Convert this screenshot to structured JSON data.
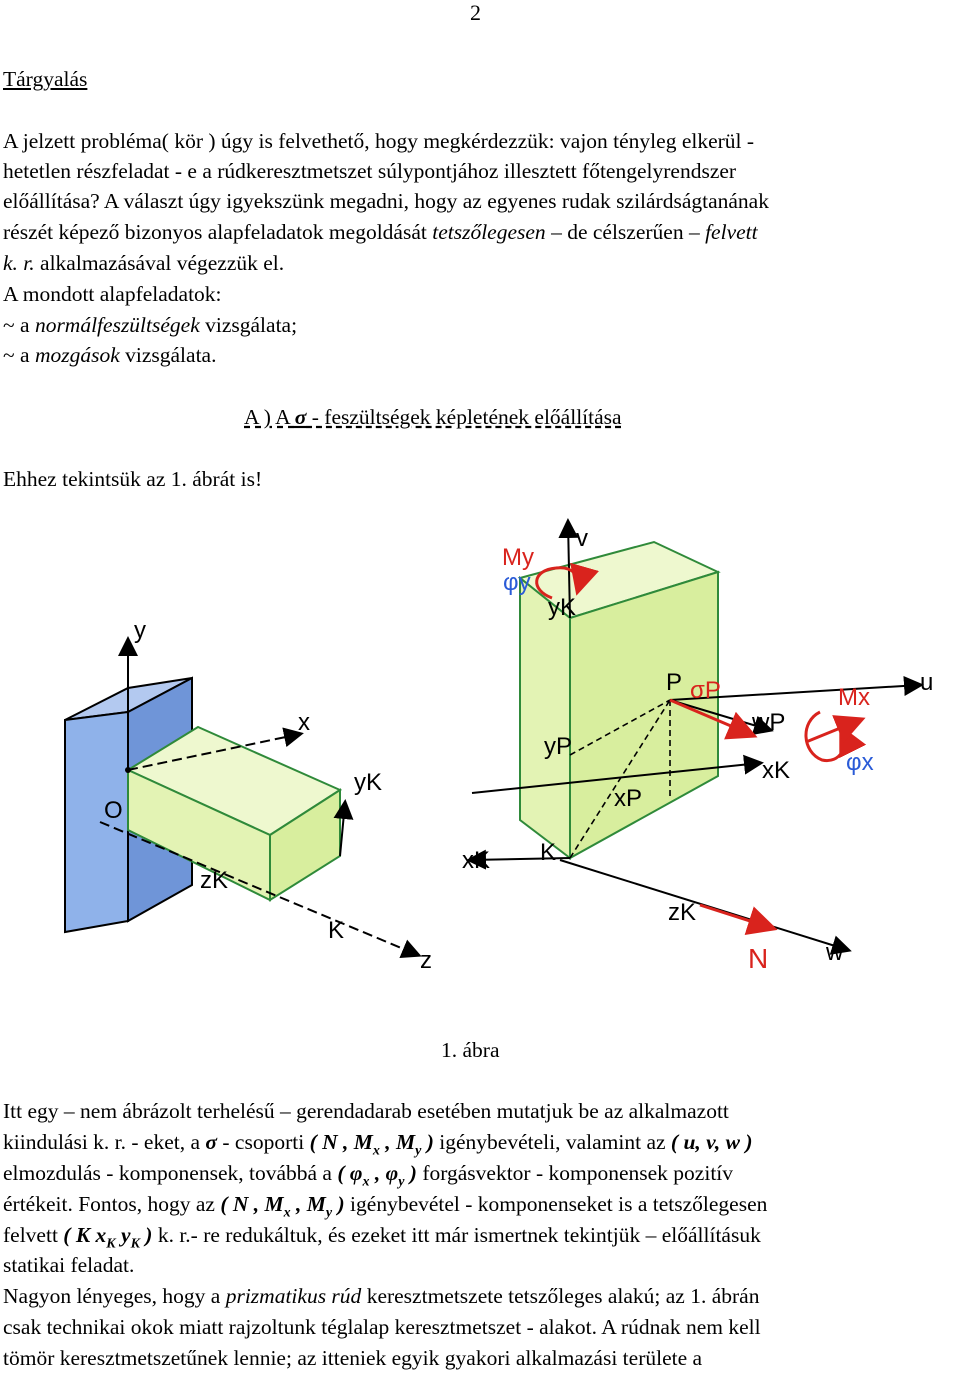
{
  "page_number": "2",
  "heading": "Tárgyalás",
  "intro_lines": [
    " A jelzett probléma( kör ) úgy is felvethető, hogy megkérdezzük: vajon tényleg elkerül -",
    "hetetlen részfeladat - e a rúdkeresztmetszet súlypontjához illesztett főtengelyrendszer",
    "előállítása? A választ úgy igyekszünk megadni, hogy az egyenes rudak szilárdságtanának"
  ],
  "line4": {
    "a": "részét képező bizonyos alapfeladatok megoldását ",
    "b": "tetszőlegesen",
    "c": " – de célszerűen – ",
    "d": "felvett"
  },
  "line5": {
    "a": "k. r.",
    "b": " alkalmazásával végezzük el."
  },
  "line6": " A mondott alapfeladatok:",
  "line7": {
    "a": "~ a ",
    "b": "normálfeszültségek",
    "c": " vizsgálata;"
  },
  "line8": {
    "a": "~ a ",
    "b": "mozgások",
    "c": " vizsgálata."
  },
  "section_title": {
    "a": "A ) A ",
    "b": "σ",
    "c": " - feszültségek képletének előállítása"
  },
  "see_figure": "Ehhez tekintsük az 1. ábrát is!",
  "figure_labels": {
    "left": {
      "y": "y",
      "x": "x",
      "yk": "yK",
      "o": "O",
      "zk": "zK",
      "k": "K",
      "z": "z"
    },
    "right": {
      "my": "My",
      "v": "v",
      "phiy": "φy",
      "yk": "yK",
      "p": "P",
      "sigmap": "σP",
      "mx": "Mx",
      "u": "u",
      "wp": "wP",
      "yp": "yP",
      "phix": "φx",
      "xk2": "xK",
      "xp": "xP",
      "k": "K",
      "xk": "xK",
      "zk": "zK",
      "n": "N",
      "w": "w"
    },
    "colors": {
      "wall": "#8fb2ea",
      "beam": "#e8f5c0",
      "outline": "#000000",
      "red": "#d9231d",
      "green": "#2f8a3a"
    }
  },
  "caption": "1. ábra",
  "para2": {
    "l1": "Itt egy – nem ábrázolt terhelésű – gerendadarab esetében mutatjuk be az alkalmazott",
    "l2a": "kiindulási k. r. - eket, a ",
    "l2b": "σ",
    "l2c": " - csoporti ",
    "l2d": "( N , M",
    "l2e": "x",
    "l2f": " , M",
    "l2g": "y",
    "l2h": " )",
    "l2i": " igénybevételi, valamint az ",
    "l2j": "( u, v, w )",
    "l3a": "elmozdulás - komponensek, továbbá a ",
    "l3b": "( φ",
    "l3c": "x",
    "l3d": " , φ",
    "l3e": "y",
    "l3f": " )",
    "l3g": " forgásvektor - komponensek pozitív",
    "l4a": "értékeit. Fontos, hogy az ",
    "l4b": "( N , M",
    "l4c": "x",
    "l4d": " , M",
    "l4e": "y",
    "l4f": " )",
    "l4g": " igénybevétel - komponenseket is a tetszőlegesen",
    "l5a": "felvett ",
    "l5b": "( K x",
    "l5c": "K",
    "l5d": " y",
    "l5e": "K",
    "l5f": " )",
    "l5g": " k. r.- re redukáltuk, és ezeket itt már ismertnek tekintjük – előállításuk",
    "l6": "statikai feladat."
  },
  "para3": {
    "l1a": "Nagyon lényeges, hogy a ",
    "l1b": "prizmatikus rúd",
    "l1c": " keresztmetszete tetszőleges alakú; az 1. ábrán",
    "l2": "csak technikai okok miatt rajzoltunk téglalap keresztmetszet - alakot. A rúdnak nem kell",
    "l3": "tömör keresztmetszetűnek lennie; az itteniek egyik gyakori alkalmazási területe a"
  }
}
